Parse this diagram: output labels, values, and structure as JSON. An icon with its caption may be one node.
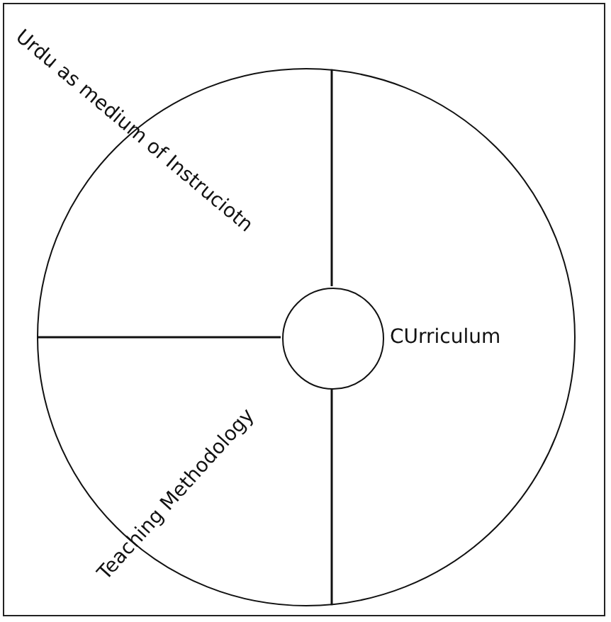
{
  "diagram": {
    "nodes": [
      {
        "text": [],
        "shape": "circle"
      },
      {
        "text": [],
        "shape": "circle",
        "in": 0
      }
    ],
    "edges": [
      {
        "from": 1,
        "to": 0,
        "arrow": "none"
      },
      {
        "from": 1,
        "to": 0,
        "arrow": "none"
      },
      {
        "from": 1,
        "to": 0,
        "arrow": "none"
      }
    ],
    "labels": [
      "Urdu as medium of Instruciotn",
      "CUrriculum",
      "Teaching Methodology"
    ]
  }
}
